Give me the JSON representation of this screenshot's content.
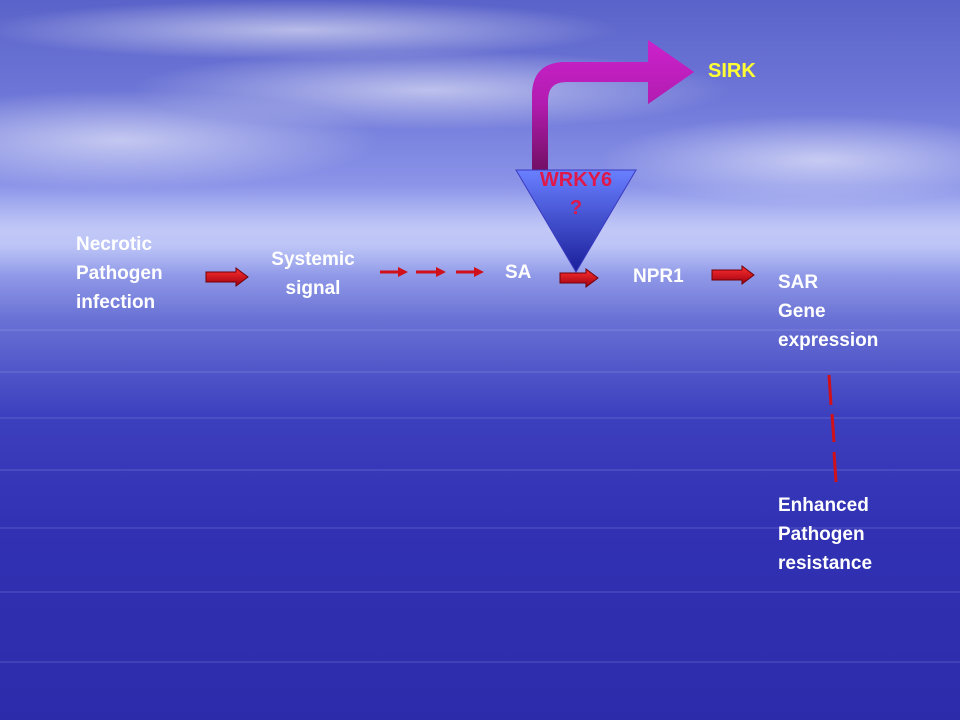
{
  "nodes": {
    "necrotic": "Necrotic\nPathogen\ninfection",
    "systemic": "Systemic\nsignal",
    "sa": "SA",
    "npr1": "NPR1",
    "sar": "SAR\nGene\nexpression",
    "enhanced": "Enhanced\nPathogen\nresistance",
    "sirk": "SIRK",
    "wrky6": "WRKY6\n?"
  },
  "colors": {
    "arrow_red": "#d0101a",
    "arrow_magenta": "#c020c8",
    "triangle_blue": "#4a5cf0",
    "text_white": "#ffffff",
    "sirk_yellow": "#ffff33",
    "wrky_red": "#e0184a"
  }
}
